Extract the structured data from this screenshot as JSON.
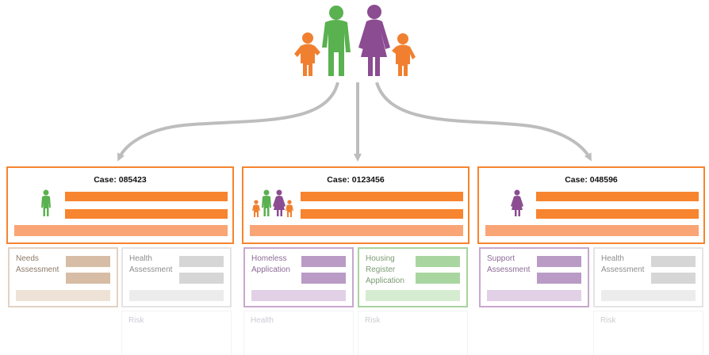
{
  "cases": [
    {
      "title": "Case: 085423"
    },
    {
      "title": "Case: 0123456"
    },
    {
      "title": "Case: 048596"
    }
  ],
  "subcards": [
    {
      "label": "Needs\nAssessment"
    },
    {
      "label": "Health\nAssessment"
    },
    {
      "label": "Homeless\nApplication"
    },
    {
      "label": "Housing\nRegister\nApplication"
    },
    {
      "label": "Support\nAssessment"
    },
    {
      "label": "Health\nAssessment"
    }
  ],
  "reflections": [
    {
      "label": "Risk"
    },
    {
      "label": "Health"
    },
    {
      "label": "Risk"
    },
    {
      "label": "Risk"
    }
  ],
  "colors": {
    "accent_orange": "#f7842e",
    "light_orange": "#f9a575",
    "adult_green": "#5ab14f",
    "adult_purple": "#8b4c91",
    "child_orange": "#f08030",
    "arrow_gray": "#bdbdbd"
  }
}
